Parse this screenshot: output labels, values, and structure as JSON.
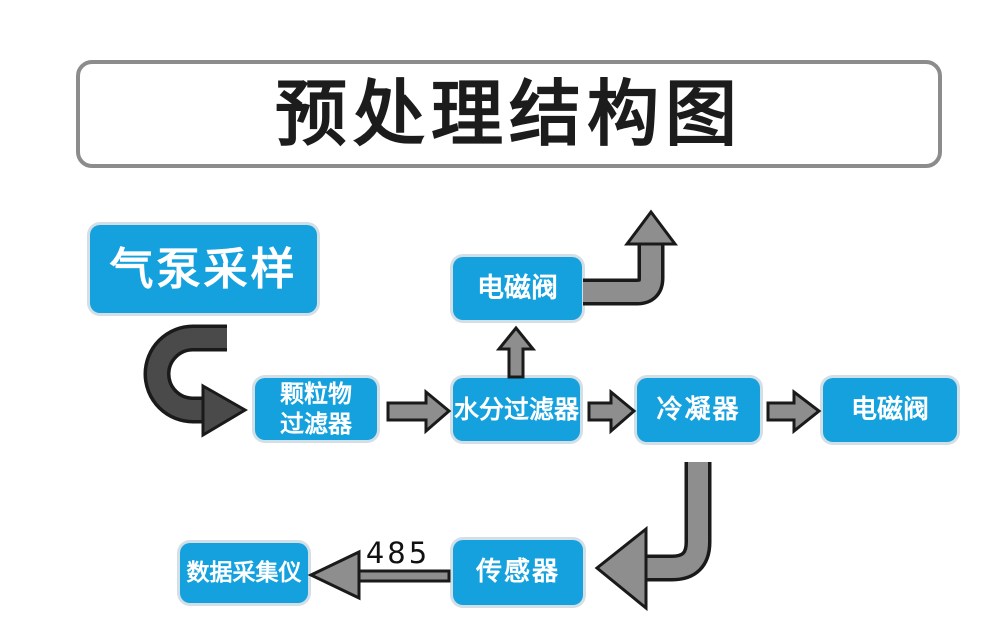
{
  "title": "预处理结构图",
  "colors": {
    "node_fill": "#14a1dd",
    "node_edge": "#d2dfe7",
    "node_text": "#ffffff",
    "arrow_gray": "#8e8e8e",
    "arrow_dark": "#4a4a4a",
    "arrow_outline": "#1a1a1a",
    "title_border": "#8c8c8c",
    "title_text": "#1c1c1c",
    "background": "#ffffff"
  },
  "nodes": {
    "pump": {
      "label": "气泵采样"
    },
    "solenoid_top": {
      "label": "电磁阀"
    },
    "particulate_filter": {
      "label": "颗粒物\n过滤器"
    },
    "moisture_filter": {
      "label": "水分过滤器"
    },
    "condenser": {
      "label": "冷凝器"
    },
    "solenoid_right": {
      "label": "电磁阀"
    },
    "data_collector": {
      "label": "数据采集仪"
    },
    "sensor": {
      "label": "传感器"
    }
  },
  "labels": {
    "bus": "485"
  }
}
